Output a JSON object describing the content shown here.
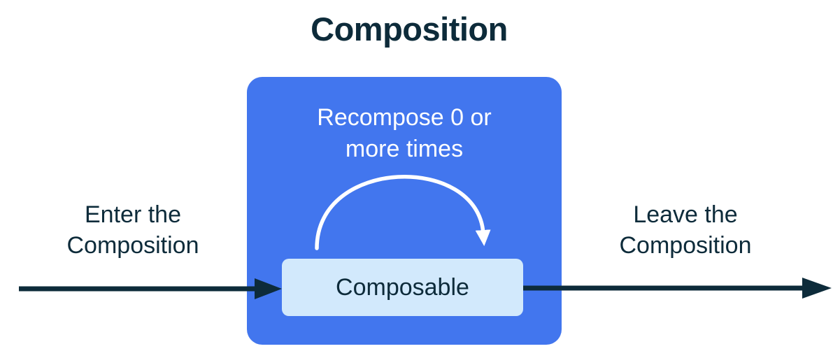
{
  "title": "Composition",
  "composition_box": {
    "recompose_label": "Recompose 0 or\nmore times",
    "composable_label": "Composable"
  },
  "labels": {
    "enter": "Enter the\nComposition",
    "leave": "Leave the\nComposition"
  },
  "colors": {
    "accent-blue": "#4276EE",
    "light-blue": "#D2E9FC",
    "dark-navy": "#0D2B3A",
    "white": "#FFFFFF"
  }
}
